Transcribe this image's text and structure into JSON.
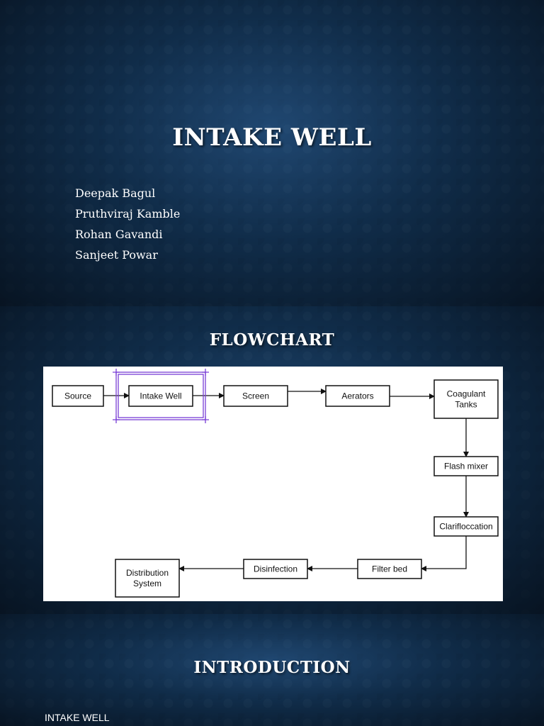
{
  "slides": [
    {
      "title": "INTAKE WELL",
      "authors": [
        "Deepak Bagul",
        "Pruthviraj Kamble",
        "Rohan Gavandi",
        "Sanjeet Powar"
      ]
    },
    {
      "title": "FLOWCHART",
      "flowchart": {
        "nodes": [
          {
            "id": "source",
            "lines": [
              "Source"
            ]
          },
          {
            "id": "intake-well",
            "lines": [
              "Intake Well"
            ],
            "selected": true
          },
          {
            "id": "screen",
            "lines": [
              "Screen"
            ]
          },
          {
            "id": "aerators",
            "lines": [
              "Aerators"
            ]
          },
          {
            "id": "coagulant-tanks",
            "lines": [
              "Coagulant",
              "Tanks"
            ]
          },
          {
            "id": "flash-mixer",
            "lines": [
              "Flash mixer"
            ]
          },
          {
            "id": "clariflocculation",
            "lines": [
              "Clarifloccation"
            ]
          },
          {
            "id": "filter-bed",
            "lines": [
              "Filter bed"
            ]
          },
          {
            "id": "disinfection",
            "lines": [
              "Disinfection"
            ]
          },
          {
            "id": "distribution-system",
            "lines": [
              "Distribution",
              "System"
            ]
          }
        ],
        "edges": [
          [
            "source",
            "intake-well"
          ],
          [
            "intake-well",
            "screen"
          ],
          [
            "screen",
            "aerators"
          ],
          [
            "aerators",
            "coagulant-tanks"
          ],
          [
            "coagulant-tanks",
            "flash-mixer"
          ],
          [
            "flash-mixer",
            "clariflocculation"
          ],
          [
            "clariflocculation",
            "filter-bed"
          ],
          [
            "filter-bed",
            "disinfection"
          ],
          [
            "disinfection",
            "distribution-system"
          ]
        ]
      }
    },
    {
      "title": "INTRODUCTION",
      "body_label": "INTAKE WELL"
    }
  ]
}
